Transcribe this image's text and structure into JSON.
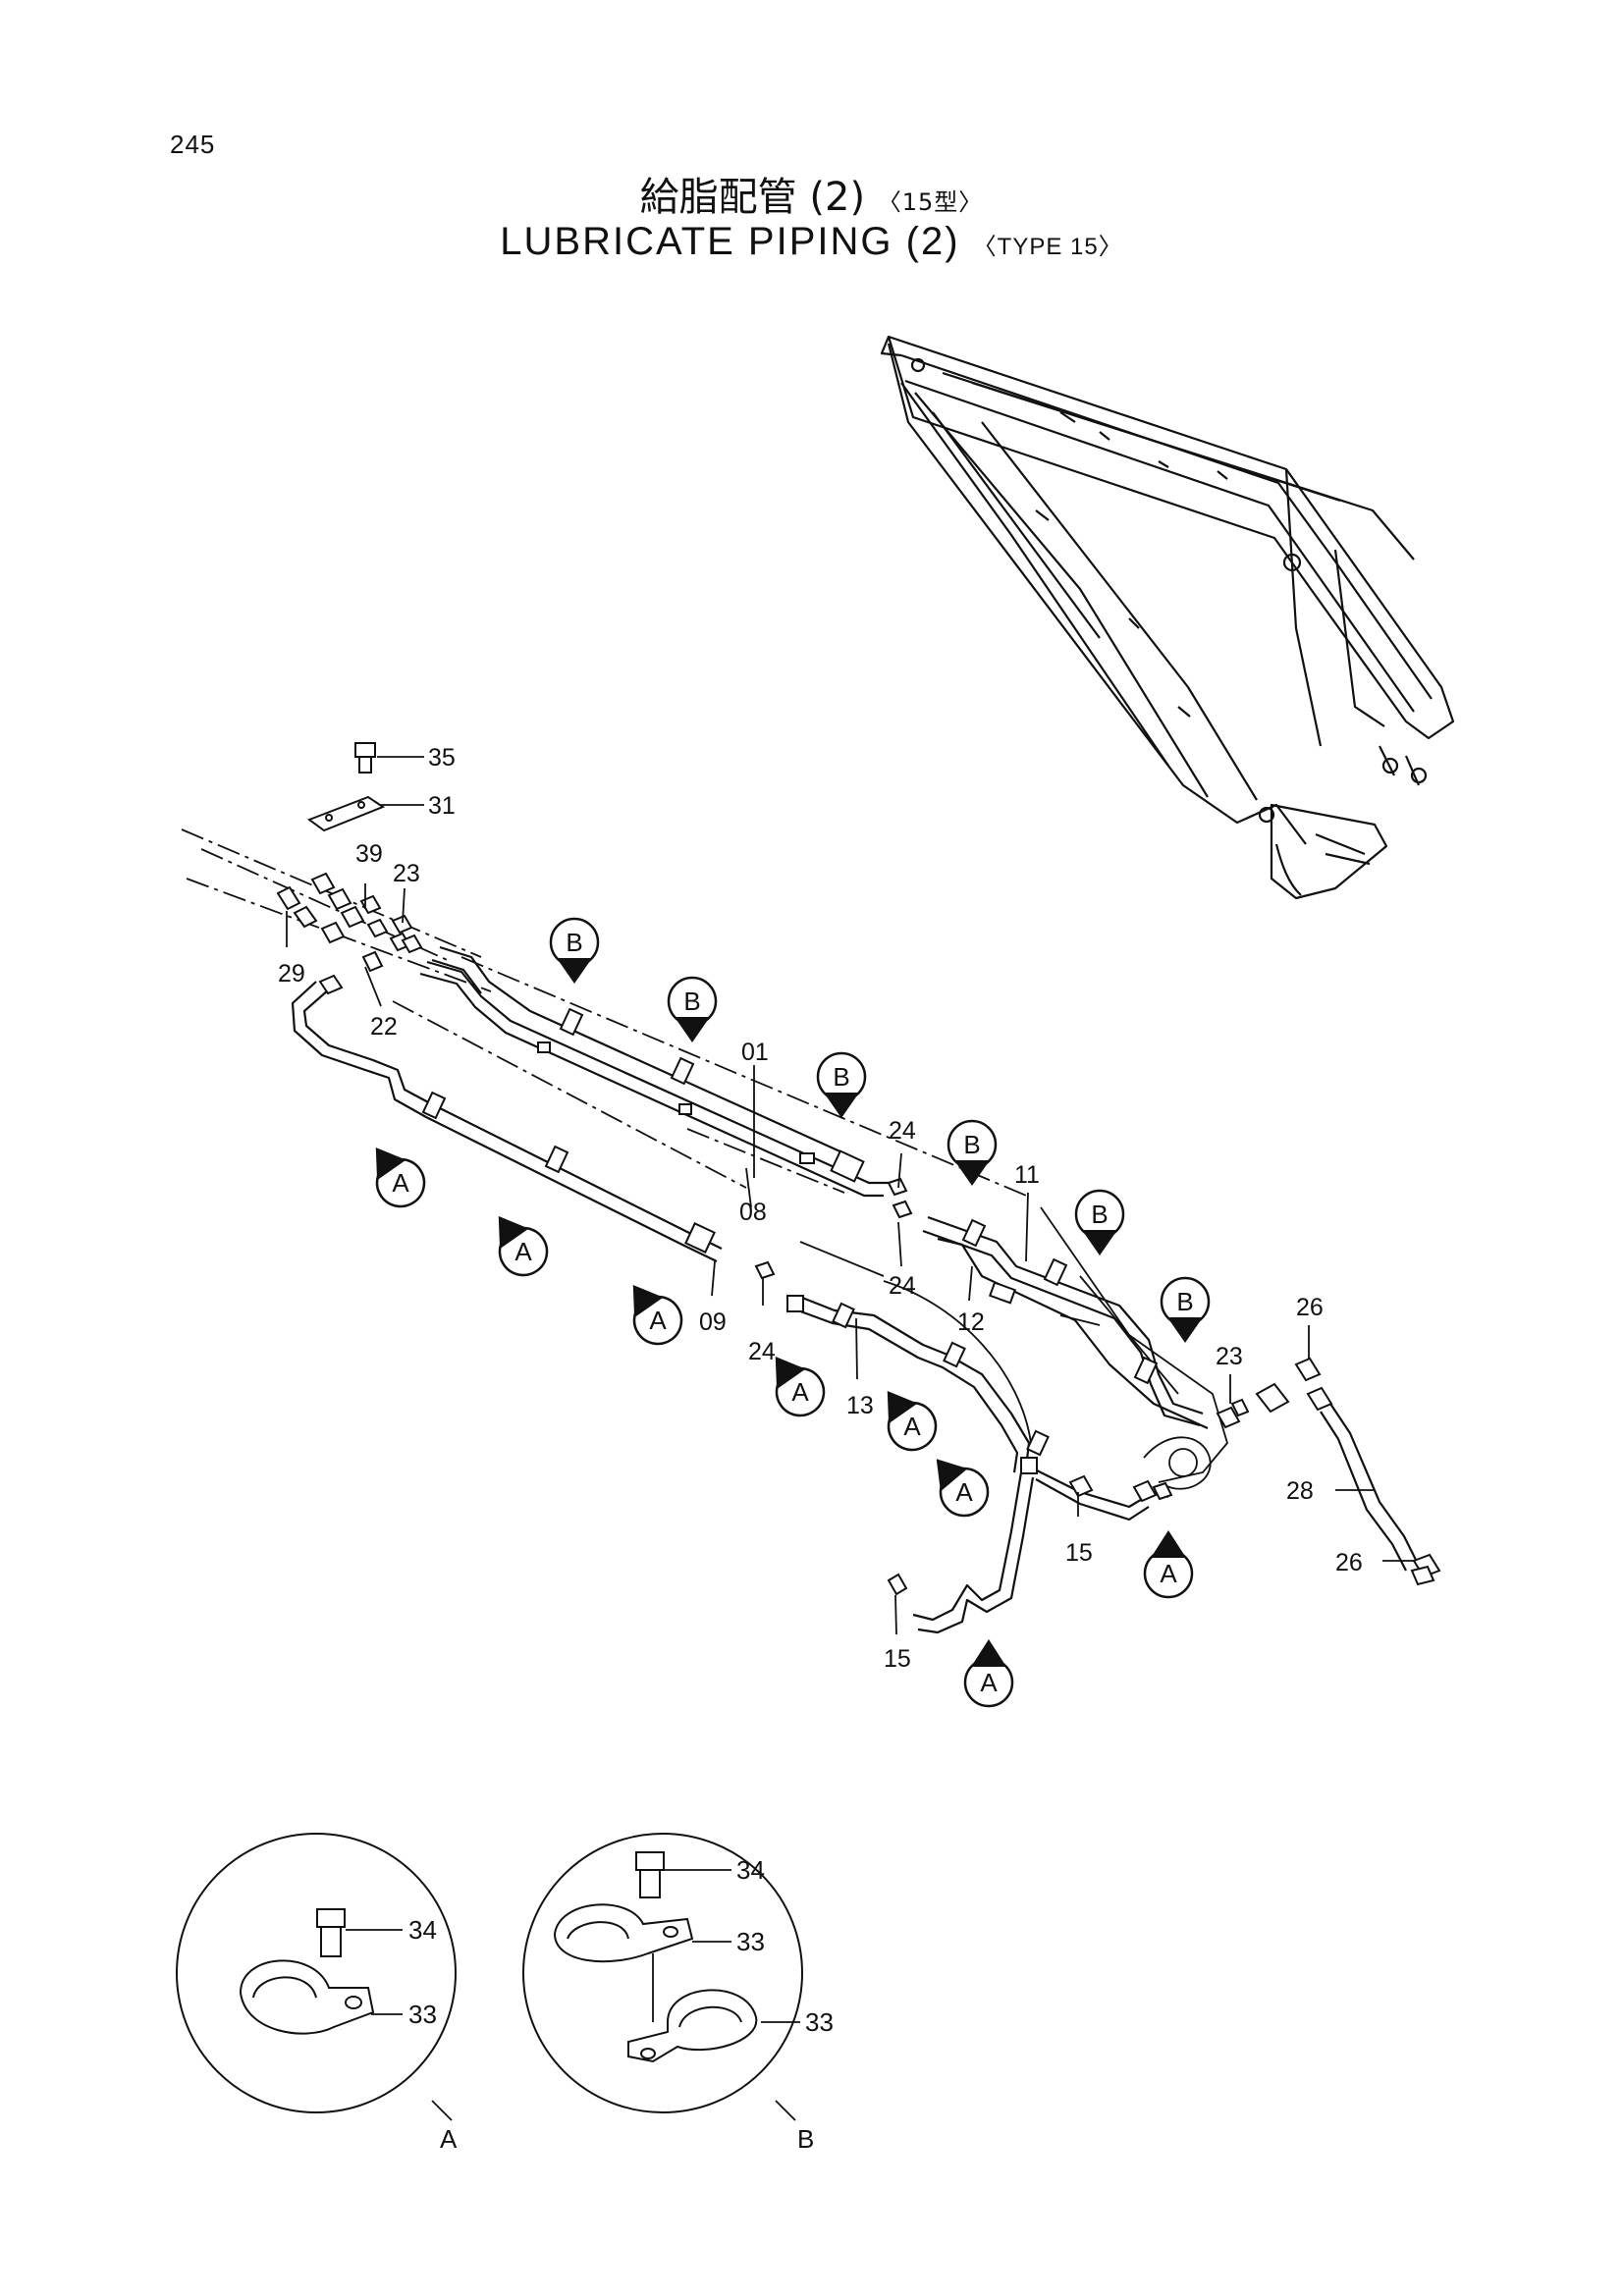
{
  "page_number": "245",
  "title_jp": "給脂配管 (2)",
  "title_jp_sub": "〈15型〉",
  "title_en": "LUBRICATE PIPING (2)",
  "title_en_sub": "〈TYPE 15〉",
  "part_labels": {
    "p35": "35",
    "p31": "31",
    "p39": "39",
    "p23a": "23",
    "p29": "29",
    "p22": "22",
    "p01": "01",
    "p08": "08",
    "p09": "09",
    "p24a": "24",
    "p24b": "24",
    "p24c": "24",
    "p11": "11",
    "p12": "12",
    "p13": "13",
    "p23b": "23",
    "p26a": "26",
    "p26b": "26",
    "p28": "28",
    "p15a": "15",
    "p15b": "15",
    "d34a": "34",
    "d33a": "33",
    "d34b": "34",
    "d33b": "33",
    "d33c": "33"
  },
  "callouts": {
    "b1": "B",
    "b2": "B",
    "b3": "B",
    "b4": "B",
    "b5": "B",
    "b6": "B",
    "a1": "A",
    "a2": "A",
    "a3": "A",
    "a4": "A",
    "a5": "A",
    "a6": "A",
    "a7": "A",
    "a8": "A"
  },
  "detail_views": {
    "a": "A",
    "b": "B"
  }
}
